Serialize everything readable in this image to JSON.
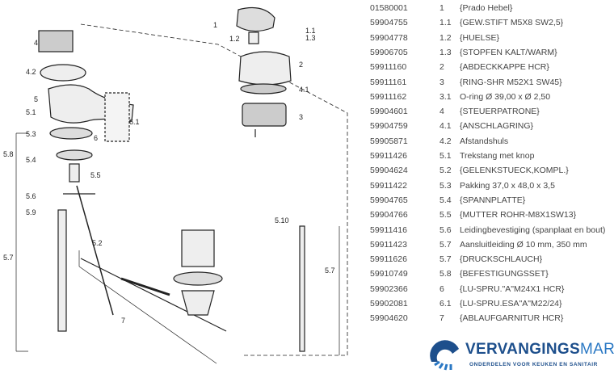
{
  "diagram": {
    "labels": [
      "1",
      "1.1",
      "1.2",
      "1.3",
      "2",
      "4.1",
      "3",
      "4",
      "4.2",
      "5",
      "5.1",
      "5.3",
      "6.1",
      "6",
      "5.8",
      "5.4",
      "5.5",
      "5.6",
      "5.9",
      "5.7",
      "5.2",
      "7",
      "5.10",
      "5.7"
    ]
  },
  "parts": [
    {
      "part": "01580001",
      "pos": "1",
      "desc": "{Prado Hebel}"
    },
    {
      "part": "59904755",
      "pos": "1.1",
      "desc": "{GEW.STIFT M5X8 SW2,5}"
    },
    {
      "part": "59904778",
      "pos": "1.2",
      "desc": "{HUELSE}"
    },
    {
      "part": "59906705",
      "pos": "1.3",
      "desc": "{STOPFEN KALT/WARM}"
    },
    {
      "part": "59911160",
      "pos": "2",
      "desc": "{ABDECKKAPPE HCR}"
    },
    {
      "part": "59911161",
      "pos": "3",
      "desc": "{RING-SHR M52X1 SW45}"
    },
    {
      "part": "59911162",
      "pos": "3.1",
      "desc": "O-ring Ø 39,00 x Ø 2,50"
    },
    {
      "part": "59904601",
      "pos": "4",
      "desc": "{STEUERPATRONE}"
    },
    {
      "part": "59904759",
      "pos": "4.1",
      "desc": "{ANSCHLAGRING}"
    },
    {
      "part": "59905871",
      "pos": "4.2",
      "desc": "Afstandshuls"
    },
    {
      "part": "59911426",
      "pos": "5.1",
      "desc": "Trekstang met knop"
    },
    {
      "part": "59904624",
      "pos": "5.2",
      "desc": "{GELENKSTUECK,KOMPL.}"
    },
    {
      "part": "59911422",
      "pos": "5.3",
      "desc": "Pakking 37,0 x 48,0 x 3,5"
    },
    {
      "part": "59904765",
      "pos": "5.4",
      "desc": "{SPANNPLATTE}"
    },
    {
      "part": "59904766",
      "pos": "5.5",
      "desc": "{MUTTER ROHR-M8X1SW13}"
    },
    {
      "part": "59911416",
      "pos": "5.6",
      "desc": "Leidingbevestiging (spanplaat en bout)"
    },
    {
      "part": "59911423",
      "pos": "5.7",
      "desc": "Aansluitleiding Ø 10 mm, 350 mm"
    },
    {
      "part": "59911626",
      "pos": "5.7",
      "desc": "{DRUCKSCHLAUCH}"
    },
    {
      "part": "59910749",
      "pos": "5.8",
      "desc": "{BEFESTIGUNGSSET}"
    },
    {
      "part": "59902366",
      "pos": "6",
      "desc": "{LU-SPRU.\"A\"M24X1 HCR}"
    },
    {
      "part": "59902081",
      "pos": "6.1",
      "desc": "{LU-SPRU.ESA\"A\"M22/24}"
    },
    {
      "part": "59904620",
      "pos": "7",
      "desc": "{ABLAUFGARNITUR HCR}"
    }
  ],
  "logo": {
    "brand_bold": "VERVANGINGS",
    "brand_light": "MARKT",
    "tagline": "ONDERDELEN VOOR KEUKEN EN SANITAIR"
  },
  "colors": {
    "brand": "#1d4f8c",
    "brand_light": "#2a78c4"
  }
}
